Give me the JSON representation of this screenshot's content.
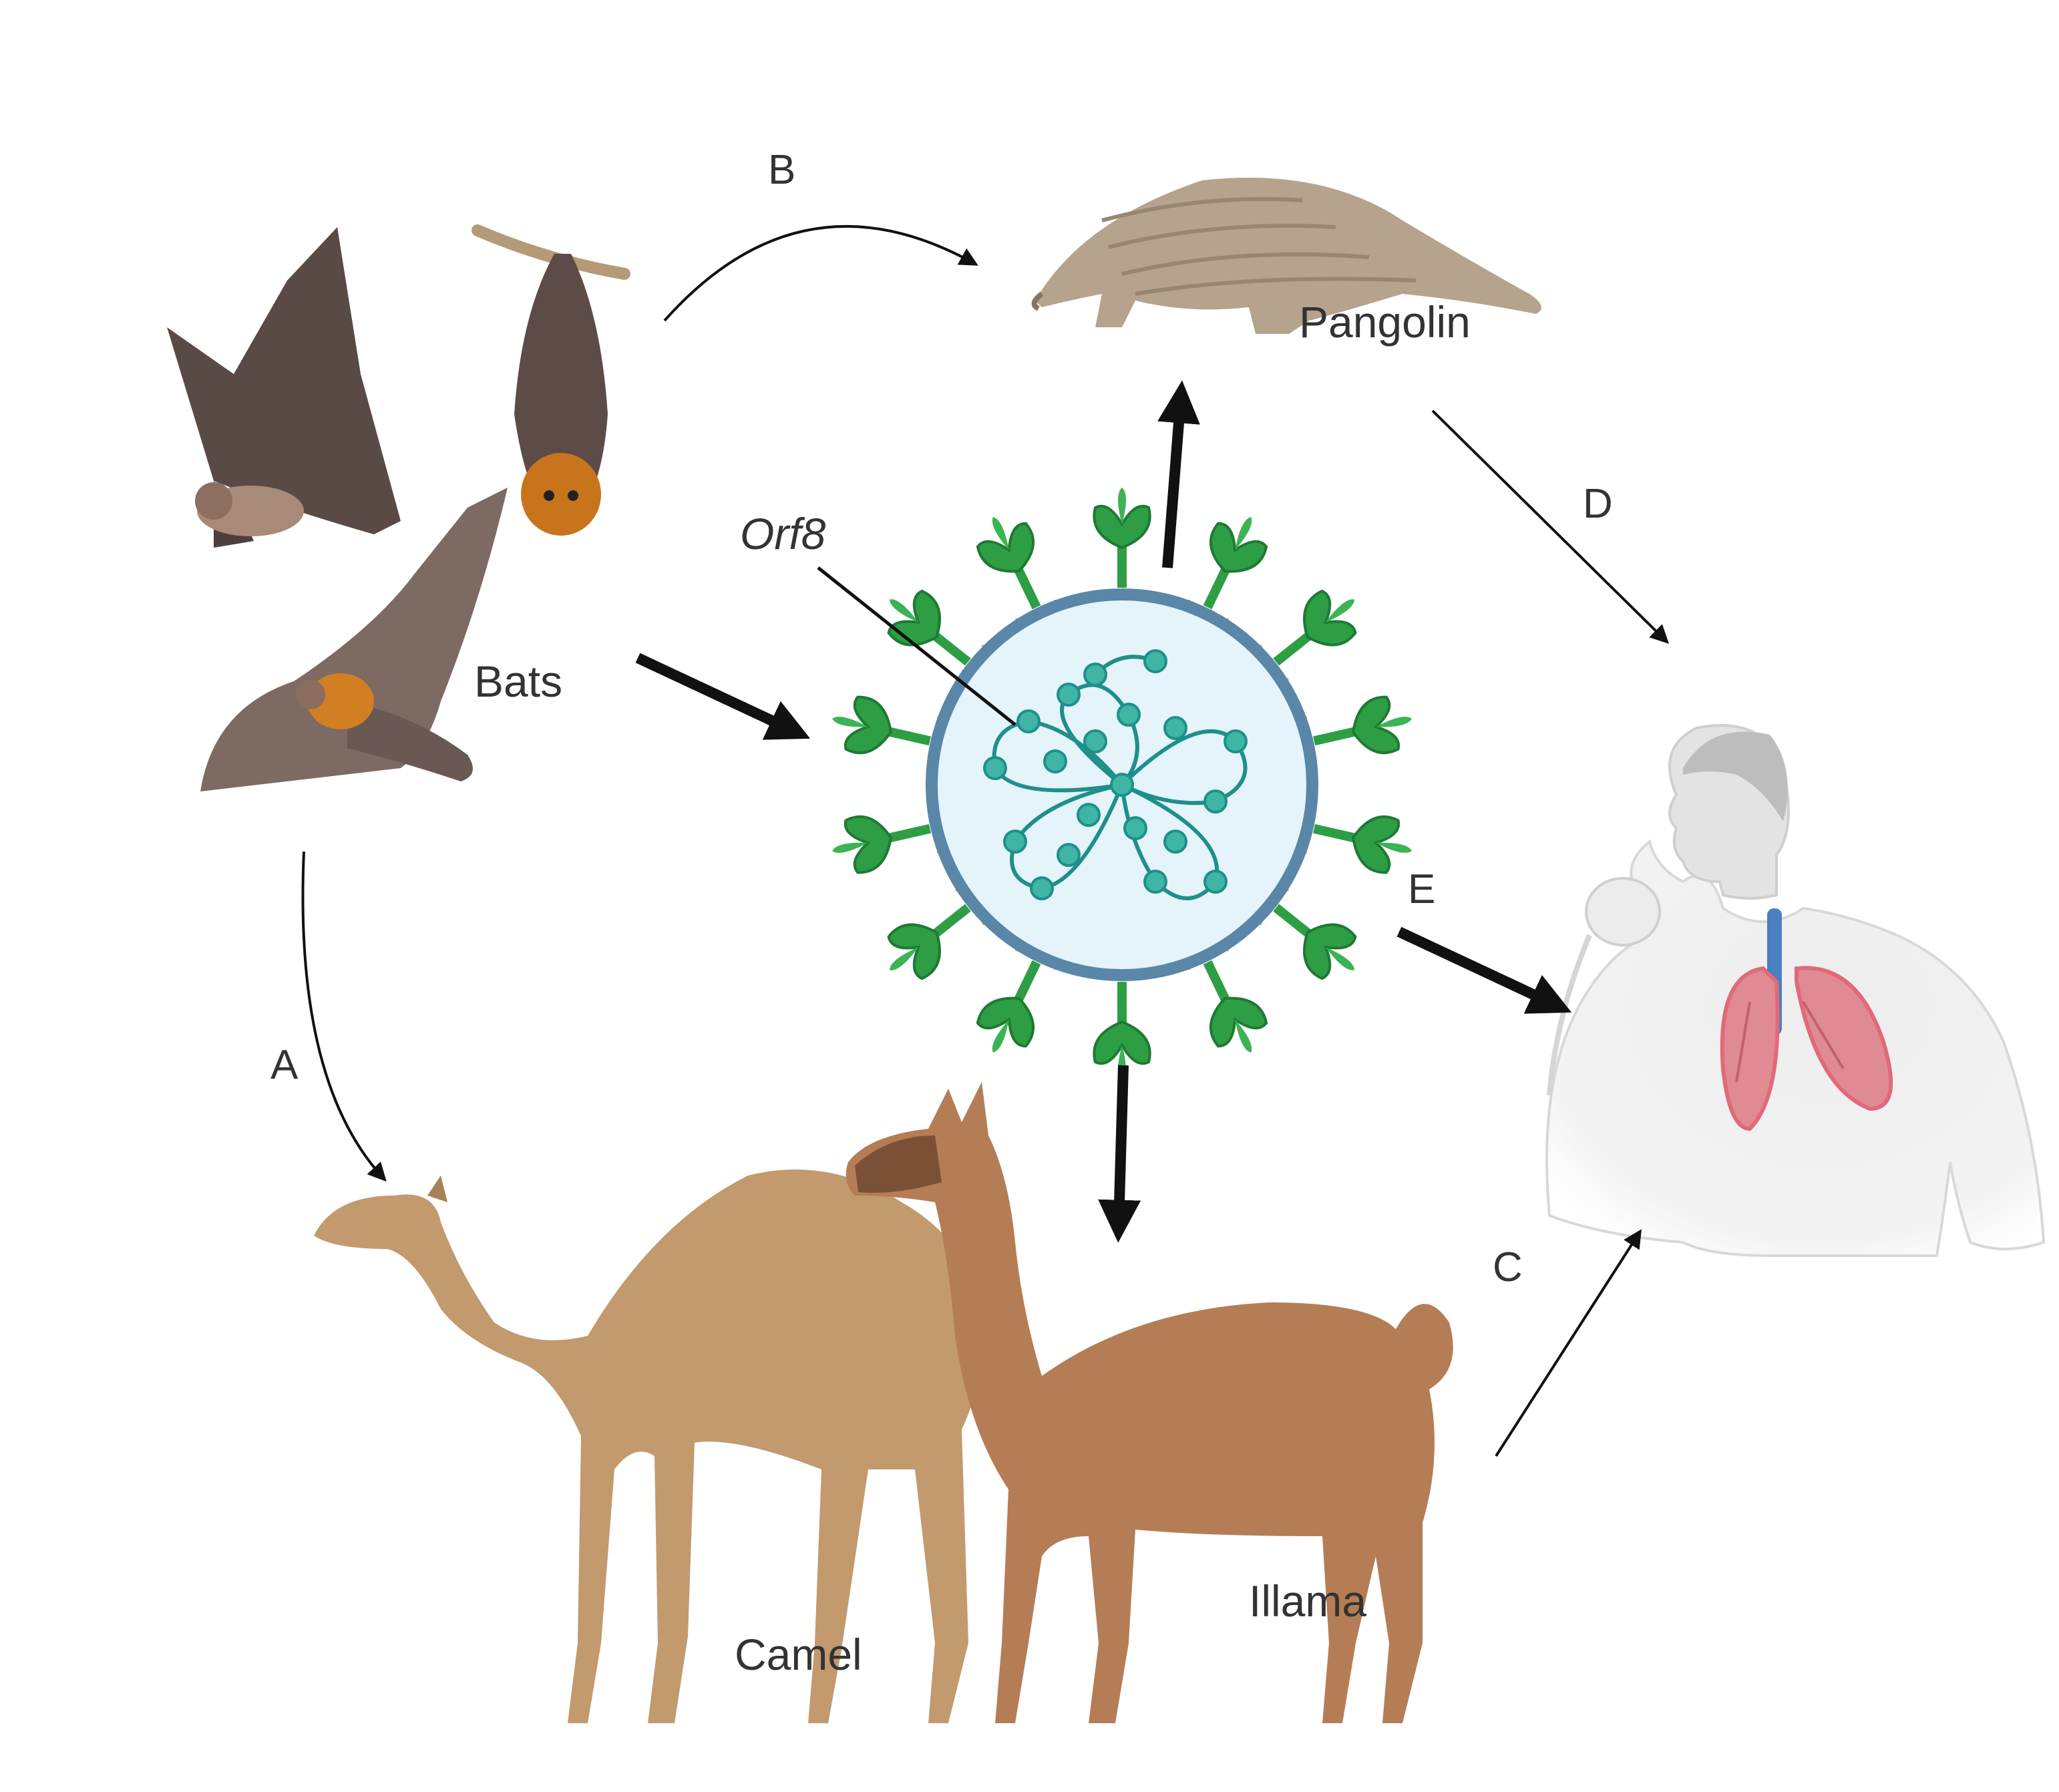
{
  "labels": {
    "bats": "Bats",
    "pangolin": "Pangolin",
    "camel": "Camel",
    "llama": "Illama",
    "orf8": "Orf8"
  },
  "routes": {
    "a": "A",
    "b": "B",
    "c": "C",
    "d": "D",
    "e": "E"
  },
  "colors": {
    "spike": "#2e9e44",
    "virus_fill": "#e4f4fa",
    "envelope": "#5a86a8",
    "rna": "#1f8f8a",
    "camel": "#c29a6e",
    "llama": "#b57d55",
    "bat": "#6b5a52",
    "pangolin": "#b6a38d",
    "human": "#e6e6e6",
    "lungs": "#e08a93",
    "arrow": "#111111"
  }
}
